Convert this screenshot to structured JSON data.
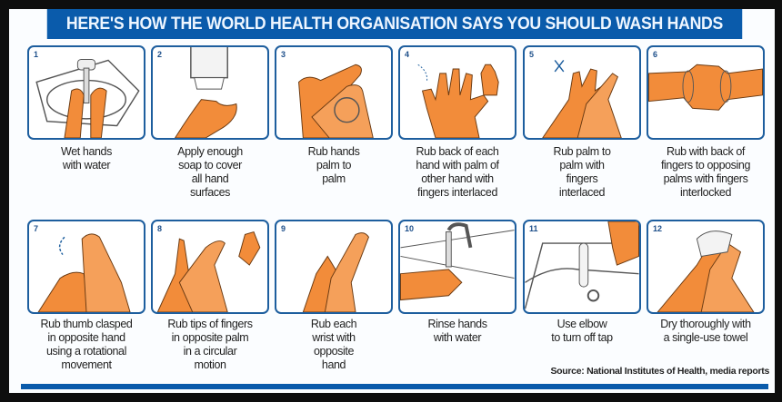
{
  "title": "HERE'S HOW THE WORLD HEALTH ORGANISATION SAYS YOU SHOULD WASH HANDS",
  "colors": {
    "brand_blue": "#0a5bab",
    "panel_border": "#1d5e9e",
    "skin": "#f28c3a",
    "frame": "#0e0e0e"
  },
  "steps": [
    {
      "number": "1",
      "icon": "wet-hands-icon",
      "caption": [
        "Wet hands",
        "with water"
      ]
    },
    {
      "number": "2",
      "icon": "apply-soap-icon",
      "caption": [
        "Apply enough",
        "soap to cover",
        "all hand",
        "surfaces"
      ]
    },
    {
      "number": "3",
      "icon": "palm-to-palm-icon",
      "caption": [
        "Rub hands",
        "palm to",
        "palm"
      ]
    },
    {
      "number": "4",
      "icon": "back-of-hands-icon",
      "caption": [
        "Rub back of each",
        "hand with palm of",
        "other hand with",
        "fingers interlaced"
      ]
    },
    {
      "number": "5",
      "icon": "fingers-interlaced-icon",
      "caption": [
        "Rub palm to",
        "palm with",
        "fingers",
        "interlaced"
      ]
    },
    {
      "number": "6",
      "icon": "fingers-interlocked-icon",
      "caption": [
        "Rub with back of",
        "fingers to opposing",
        "palms with fingers",
        "interlocked"
      ]
    },
    {
      "number": "7",
      "icon": "thumb-rotation-icon",
      "caption": [
        "Rub thumb clasped",
        "in opposite hand",
        "using a rotational",
        "movement"
      ]
    },
    {
      "number": "8",
      "icon": "fingertips-palm-icon",
      "caption": [
        "Rub tips of fingers",
        "in opposite palm",
        "in a circular",
        "motion"
      ]
    },
    {
      "number": "9",
      "icon": "wrist-rub-icon",
      "caption": [
        "Rub each",
        "wrist with",
        "opposite",
        "hand"
      ]
    },
    {
      "number": "10",
      "icon": "rinse-hands-icon",
      "caption": [
        "Rinse hands",
        "with water"
      ]
    },
    {
      "number": "11",
      "icon": "elbow-tap-icon",
      "caption": [
        "Use elbow",
        "to turn off tap"
      ]
    },
    {
      "number": "12",
      "icon": "dry-towel-icon",
      "caption": [
        "Dry thoroughly with",
        "a single-use towel"
      ]
    }
  ],
  "source": "Source: National Institutes of Health, media reports"
}
